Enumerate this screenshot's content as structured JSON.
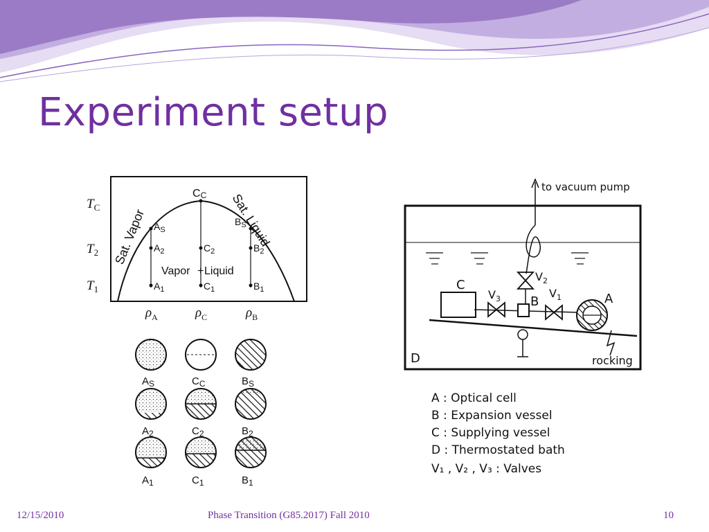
{
  "slide": {
    "title": "Experiment setup",
    "footer_date": "12/15/2010",
    "footer_center": "Phase Transition (G85.2017) Fall 2010",
    "page_number": "10",
    "theme_color": "#7030a0",
    "banner_colors": [
      "#9b7bc6",
      "#c2aee0",
      "#e6dcf3"
    ]
  },
  "phase_diagram": {
    "y_labels": {
      "tc": "T",
      "tc_sub": "C",
      "t2": "T",
      "t2_sub": "2",
      "t1": "T",
      "t1_sub": "1"
    },
    "x_labels": {
      "rho_a": "ρ",
      "rho_a_sub": "A",
      "rho_c": "ρ",
      "rho_c_sub": "C",
      "rho_b": "ρ",
      "rho_b_sub": "B"
    },
    "curve_left_label": "Sat. Vapor",
    "curve_right_label": "Sat. Liquid",
    "critical_point": {
      "main": "C",
      "sub": "C"
    },
    "region_label_vapor": "Vapor",
    "region_label_liquid": "Liquid",
    "points": {
      "as": {
        "main": "A",
        "sub": "S"
      },
      "a2": {
        "main": "A",
        "sub": "2"
      },
      "a1": {
        "main": "A",
        "sub": "1"
      },
      "c2": {
        "main": "C",
        "sub": "2"
      },
      "c1": {
        "main": "C",
        "sub": "1"
      },
      "bs": {
        "main": "B",
        "sub": "S"
      },
      "b2": {
        "main": "B",
        "sub": "2"
      },
      "b1": {
        "main": "B",
        "sub": "1"
      }
    }
  },
  "cell_grid": {
    "row1": [
      {
        "main": "A",
        "sub": "S"
      },
      {
        "main": "C",
        "sub": "C"
      },
      {
        "main": "B",
        "sub": "S"
      }
    ],
    "row2": [
      {
        "main": "A",
        "sub": "2"
      },
      {
        "main": "C",
        "sub": "2"
      },
      {
        "main": "B",
        "sub": "2"
      }
    ],
    "row3": [
      {
        "main": "A",
        "sub": "1"
      },
      {
        "main": "C",
        "sub": "1"
      },
      {
        "main": "B",
        "sub": "1"
      }
    ]
  },
  "apparatus": {
    "pump_label": "to vacuum pump",
    "bath_label": "D",
    "cell_label": "A",
    "vessel_label": "B",
    "supply_label": "C",
    "valves": {
      "v1": "V",
      "v1_sub": "1",
      "v2": "V",
      "v2_sub": "2",
      "v3": "V",
      "v3_sub": "3"
    },
    "rocking_label": "rocking",
    "legend": [
      "A : Optical  cell",
      "B : Expansion  vessel",
      "C : Supplying  vessel",
      "D : Thermostated  bath",
      "V₁ , V₂ , V₃ : Valves"
    ]
  }
}
